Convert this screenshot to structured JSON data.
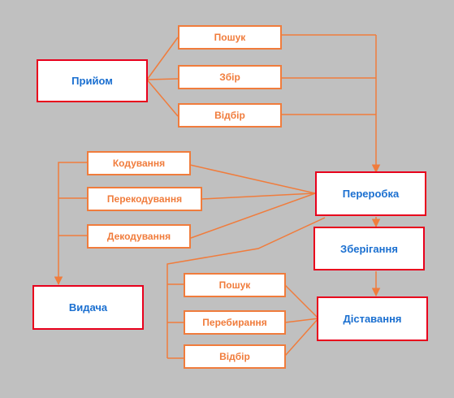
{
  "nodes": {
    "pryiom": "Прийом",
    "poshuk_top": "Пошук",
    "zbir": "Збір",
    "vidbir_top": "Відбір",
    "koduvannia": "Кодування",
    "perekoduvannia": "Перекодування",
    "dekoduvannia": "Декодування",
    "pererobka": "Переробка",
    "zberihannia": "Зберігання",
    "vydacha": "Видача",
    "poshuk_bottom": "Пошук",
    "perebyrannia": "Перебирання",
    "vidbir_bottom": "Відбір",
    "distavannia": "Діставання"
  },
  "colors": {
    "background": "#c0c0c0",
    "main_border": "#e8001c",
    "main_text": "#1a6fd0",
    "sub_border": "#f07c3c",
    "sub_text": "#f07c3c",
    "connector": "#f07c3c"
  }
}
